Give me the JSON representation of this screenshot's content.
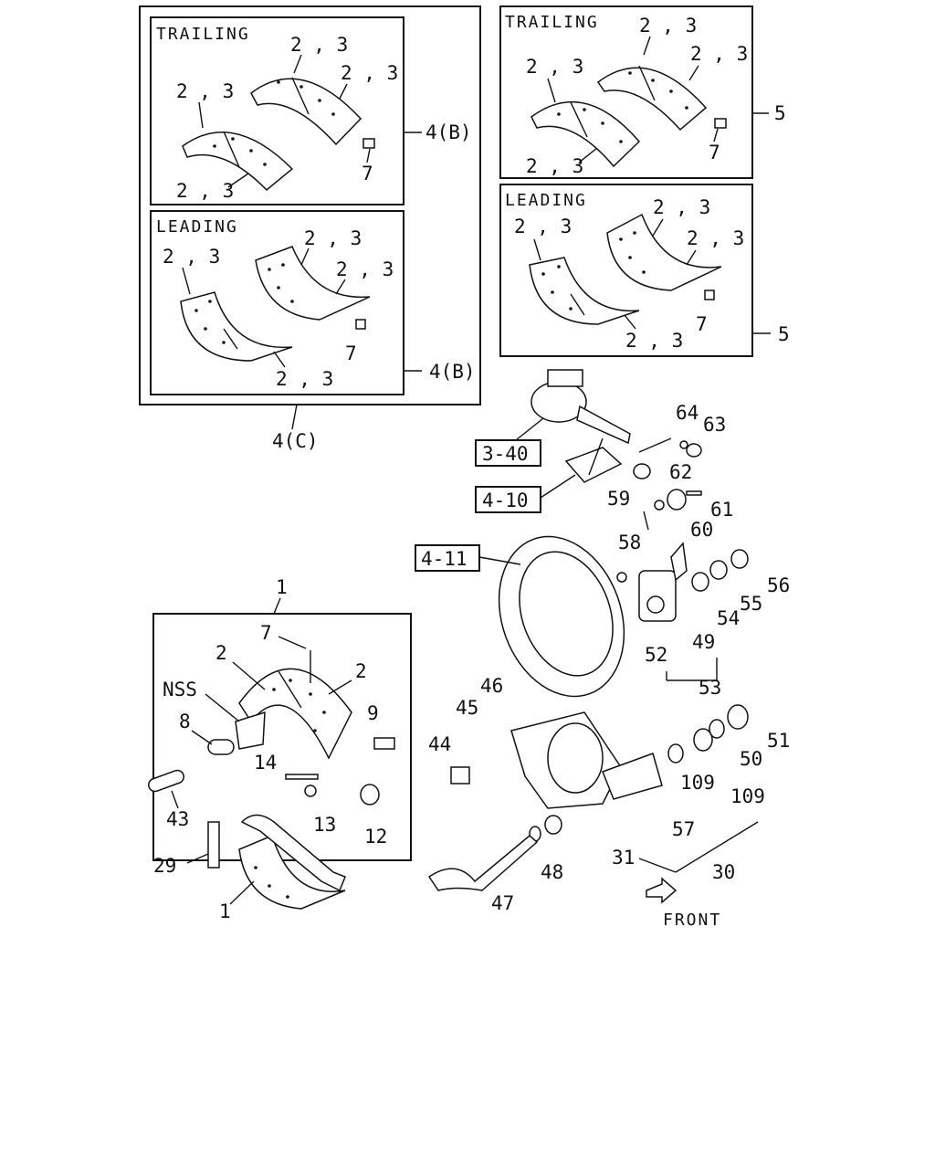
{
  "groups": {
    "trailing": "TRAILING",
    "leading": "LEADING"
  },
  "callouts": {
    "shoe_lining": "2 , 3",
    "rivet": "7",
    "kit_4b": "4(B)",
    "kit_4c": "4(C)",
    "kit_5": "5",
    "shoe_assy": "1",
    "shoe_pin": "8",
    "nss": "NSS",
    "lining": "2",
    "bolt_9": "9",
    "pin_14": "14",
    "clip_13": "13",
    "roller_12": "12",
    "anchor_pin_43": "43",
    "spring_29": "29",
    "ref_3_40": "3-40",
    "ref_4_10": "4-10",
    "ref_4_11": "4-11",
    "p64": "64",
    "p63": "63",
    "p62": "62",
    "p61": "61",
    "p60": "60",
    "p59": "59",
    "p58": "58",
    "p56": "56",
    "p55": "55",
    "p54": "54",
    "p49": "49",
    "p52": "52",
    "p53": "53",
    "p51": "51",
    "p50": "50",
    "p109": "109",
    "p46": "46",
    "p45": "45",
    "p44": "44",
    "p57": "57",
    "p31": "31",
    "p30": "30",
    "p48": "48",
    "p47": "47",
    "front": "FRONT"
  }
}
